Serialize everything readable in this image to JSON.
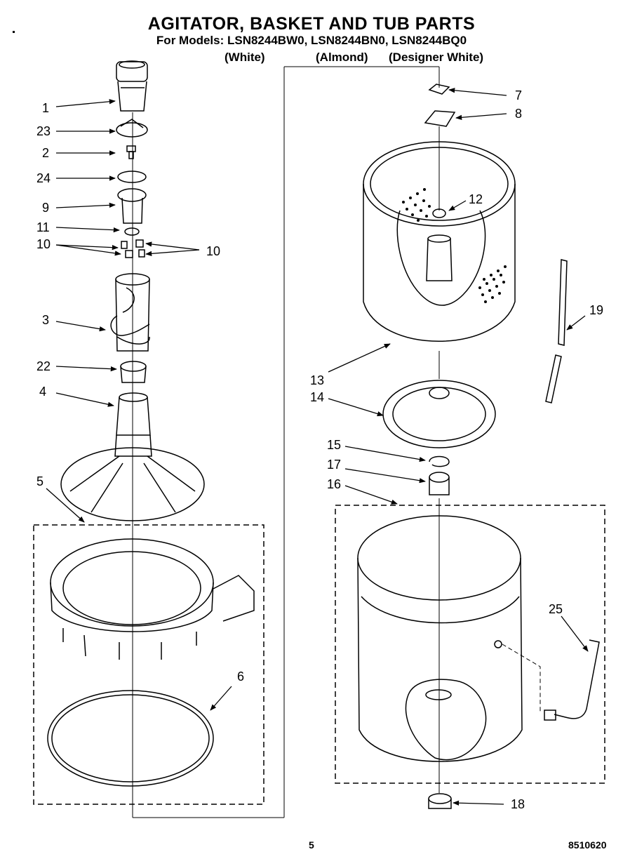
{
  "header": {
    "title": "AGITATOR, BASKET AND TUB PARTS",
    "models": "For Models: LSN8244BW0, LSN8244BN0, LSN8244BQ0",
    "color_white": "(White)",
    "color_almond": "(Almond)",
    "color_designer": "(Designer White)"
  },
  "callouts": {
    "c1": "1",
    "c23": "23",
    "c2": "2",
    "c24": "24",
    "c9": "9",
    "c11": "11",
    "c10a": "10",
    "c10b": "10",
    "c3": "3",
    "c22": "22",
    "c4": "4",
    "c5": "5",
    "c6": "6",
    "c7": "7",
    "c8": "8",
    "c12": "12",
    "c19": "19",
    "c13": "13",
    "c14": "14",
    "c15": "15",
    "c17": "17",
    "c16": "16",
    "c25": "25",
    "c18": "18"
  },
  "footer": {
    "page": "5",
    "code": "8510620"
  }
}
